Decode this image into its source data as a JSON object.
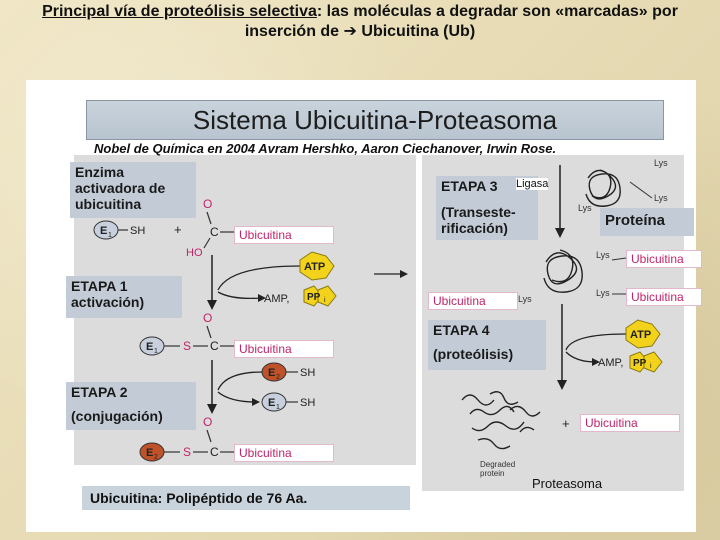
{
  "header": {
    "line1_underlined": "Principal vía de proteólisis selectiva",
    "line1_rest": ": las moléculas a degradar son «marcadas» por",
    "line2_prefix": "inserción de ",
    "line2_arrow": "➔",
    "line2_suffix": " Ubicuitina (Ub)"
  },
  "diagram": {
    "banner": "Sistema Ubicuitina-Proteasoma",
    "nobel": "Nobel de Química en 2004 Avram Hershko, Aaron Ciechanover, Irwin Rose.",
    "enzyme_label": "Enzima activadora de ubicuitina",
    "stage1": "ETAPA 1 activación)",
    "stage2_line1": "ETAPA 2",
    "stage2_line2": "(conjugación)",
    "stage3_line1": "ETAPA 3",
    "stage3_line2": "(Transeste-rificación)",
    "stage4_line1": "ETAPA 4",
    "stage4_line2": "(proteólisis)",
    "ligasa": "Ligasa",
    "ubicuitina": "Ubicuitina",
    "proteina": "Proteína",
    "proteasoma": "Proteasoma",
    "degraded": "Degraded protein",
    "footer": "Ubicuitina: Polipéptido de 76 Aa.",
    "sh": "SH",
    "ho": "HO",
    "atp": "ATP",
    "amp": "AMP,",
    "ppi": "PP",
    "ppi_sub": "i",
    "e1": "E",
    "e1_sub": "1",
    "e2": "E",
    "e2_sub": "2",
    "c": "C",
    "s": "S",
    "o": "O",
    "lys": "Lys",
    "plus": "+"
  },
  "colors": {
    "background": "#e8ddb8",
    "label_box": "#c3ccd6",
    "ubicuitina_text": "#c0246a",
    "atp_fill": "#f2d21a",
    "ppi_fill": "#f2d21a",
    "e1_fill": "#c7d0dc",
    "e2_fill": "#c0522a"
  }
}
